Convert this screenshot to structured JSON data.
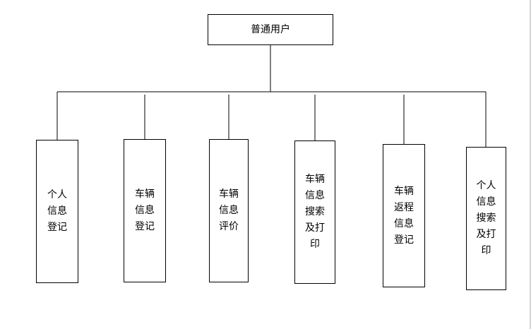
{
  "diagram": {
    "root": {
      "label": "普通用户"
    },
    "children": [
      {
        "label": "个人\n信息\n登记"
      },
      {
        "label": "车辆\n信息\n登记"
      },
      {
        "label": "车辆\n信息\n评价"
      },
      {
        "label": "车辆\n信息\n搜索\n及打\n印"
      },
      {
        "label": "车辆\n返程\n信息\n登记"
      },
      {
        "label": "个人\n信息\n搜索\n及打\n印"
      }
    ]
  }
}
